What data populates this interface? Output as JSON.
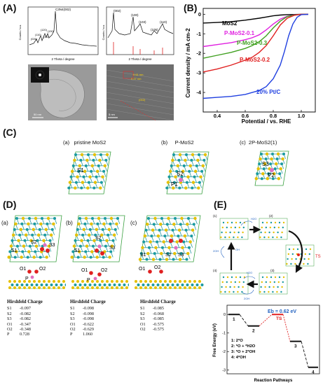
{
  "panels": {
    "A": "(A)",
    "B": "(B)",
    "C": "(C)",
    "D": "(D)",
    "E": "(E)"
  },
  "xrd": {
    "left": {
      "ylabel": "Counts / a.u.",
      "xlabel": "2 Theta / degree",
      "peaks": [
        "C3N4(002)",
        "(026)",
        "(110)",
        "(120)",
        "(130)",
        "(111)"
      ]
    },
    "right": {
      "ylabel": "Counts / a.u.",
      "xlabel": "2 Theta / degree",
      "peaks": [
        "(002)",
        "(100)",
        "(103)",
        "(105)",
        "(110)"
      ]
    },
    "tem_scale": "50 nm",
    "hrtem_scale": "5 nm",
    "lattice1": "0.61 nm",
    "lattice2": "0.27 nm"
  },
  "chart_data": {
    "type": "line",
    "xlabel": "Potential / vs. RHE",
    "ylabel": "Current density / mA cm-2",
    "xlim": [
      0.3,
      1.1
    ],
    "ylim": [
      -5,
      0.3
    ],
    "xticks": [
      0.4,
      0.6,
      0.8,
      1.0
    ],
    "yticks": [
      0,
      -1,
      -2,
      -3,
      -4
    ],
    "series": [
      {
        "name": "MoS2",
        "color": "#000000",
        "x": [
          0.3,
          0.4,
          0.5,
          0.6,
          0.7,
          0.75,
          0.8,
          0.85,
          0.9,
          0.95,
          1.0,
          1.05
        ],
        "y": [
          -0.45,
          -0.42,
          -0.38,
          -0.3,
          -0.2,
          -0.14,
          -0.08,
          -0.04,
          -0.02,
          -0.01,
          0,
          0
        ]
      },
      {
        "name": "P-MoS2-0.1",
        "color": "#e020e0",
        "x": [
          0.3,
          0.4,
          0.5,
          0.6,
          0.65,
          0.7,
          0.75,
          0.8,
          0.85,
          0.9,
          0.95,
          1.0,
          1.05
        ],
        "y": [
          -1.65,
          -1.55,
          -1.45,
          -1.3,
          -1.2,
          -1.05,
          -0.8,
          -0.5,
          -0.25,
          -0.1,
          -0.03,
          0,
          0
        ]
      },
      {
        "name": "P-MoS2-0.3",
        "color": "#40a020",
        "x": [
          0.3,
          0.4,
          0.5,
          0.6,
          0.65,
          0.7,
          0.75,
          0.8,
          0.85,
          0.9,
          0.95,
          1.0,
          1.05
        ],
        "y": [
          -2.25,
          -2.1,
          -1.95,
          -1.75,
          -1.6,
          -1.4,
          -1.1,
          -0.7,
          -0.35,
          -0.12,
          -0.04,
          0,
          0
        ]
      },
      {
        "name": "P-MoS2-0.2",
        "color": "#e02020",
        "x": [
          0.3,
          0.4,
          0.5,
          0.6,
          0.65,
          0.7,
          0.75,
          0.8,
          0.85,
          0.9,
          0.95,
          1.0,
          1.05
        ],
        "y": [
          -2.95,
          -2.8,
          -2.6,
          -2.35,
          -2.2,
          -1.95,
          -1.6,
          -1.1,
          -0.55,
          -0.2,
          -0.05,
          0,
          0
        ]
      },
      {
        "name": "20% Pt/C",
        "color": "#2040e0",
        "x": [
          0.3,
          0.4,
          0.5,
          0.6,
          0.65,
          0.7,
          0.75,
          0.8,
          0.85,
          0.88,
          0.91,
          0.94,
          0.97,
          1.0,
          1.05
        ],
        "y": [
          -4.3,
          -4.25,
          -4.2,
          -4.1,
          -4.0,
          -3.9,
          -3.7,
          -3.3,
          -2.6,
          -1.9,
          -1.1,
          -0.5,
          -0.15,
          -0.02,
          0
        ]
      }
    ]
  },
  "panelC": {
    "a": "(a)",
    "a_title": "pristine MoS2",
    "b": "(b)",
    "b_title": "P-MoS2",
    "c": "(c)",
    "c_title": "2P-MoS2(1)",
    "sites": [
      "S1",
      "S2",
      "P1",
      "S3",
      "P2"
    ]
  },
  "panelD": {
    "a": "(a)",
    "b": "(b)",
    "c": "(c)",
    "title": "Hirshfeld Charge",
    "a_rows": [
      [
        "S1",
        "-0.097"
      ],
      [
        "S2",
        "-0.082"
      ],
      [
        "S3",
        "-0.082"
      ],
      [
        "O1",
        "-0.347"
      ],
      [
        "O2",
        "-0.348"
      ],
      [
        "P",
        "0.728"
      ]
    ],
    "b_rows": [
      [
        "S1",
        "-0.098"
      ],
      [
        "S2",
        "-0.098"
      ],
      [
        "S3",
        "-0.098"
      ],
      [
        "O1",
        "-0.622"
      ],
      [
        "O2",
        "-0.629"
      ],
      [
        "P",
        "1.060"
      ]
    ],
    "c_rows": [
      [
        "S1",
        "-0.085"
      ],
      [
        "S2",
        "-0.068"
      ],
      [
        "S3",
        "-0.085"
      ],
      [
        "O1",
        "-0.575"
      ],
      [
        "O2",
        "-0.575"
      ]
    ],
    "atom_labels": {
      "s1": "S1",
      "s2": "S2",
      "s3": "S3",
      "o1": "O1",
      "o2": "O2",
      "p": "P"
    }
  },
  "panelE": {
    "steps": [
      "(1)",
      "(2)",
      "(3)",
      "(4)"
    ],
    "h2o": "H2O",
    "oh2": "2OH",
    "oh": "OH",
    "ts": "TS",
    "energy": {
      "eb_label": "Eb = 0.62 eV",
      "ylabel": "Free Energy (eV)",
      "xlabel": "Reaction Pathways",
      "yticks": [
        "0",
        "-1",
        "-2",
        "-3",
        "-4"
      ],
      "levels": [
        0,
        -0.62,
        0,
        -1.45,
        -2.85
      ],
      "level_labels": [
        "1",
        "2",
        "TS",
        "3",
        "4"
      ],
      "legend": [
        "1: 2*O",
        "2: *O + *H2O",
        "3: *O + 2*OH",
        "4: 4*OH"
      ]
    }
  }
}
